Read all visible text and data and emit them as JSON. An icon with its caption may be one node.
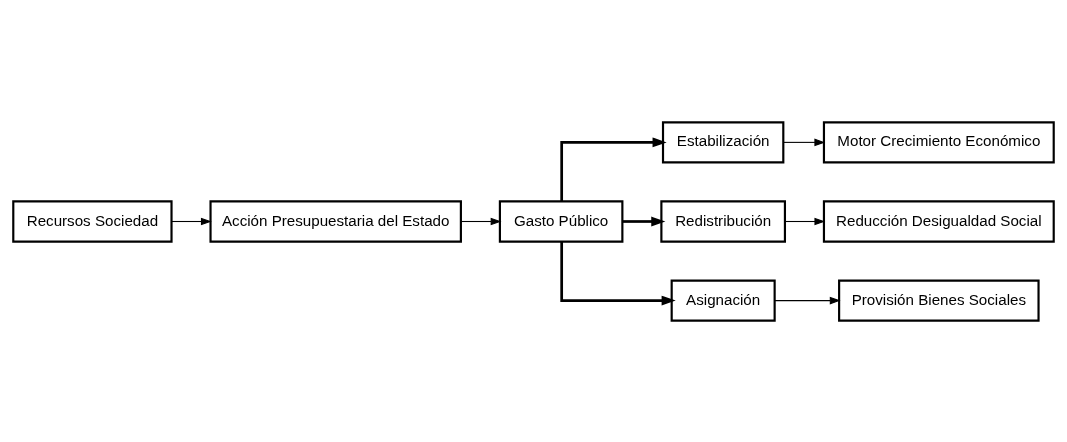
{
  "diagram": {
    "nodes": [
      {
        "text": [
          "Recursos Sociedad"
        ]
      },
      {
        "text": [
          "Acción Presupuestaria del Estado"
        ]
      },
      {
        "text": [
          "Gasto Público"
        ]
      },
      {
        "text": [
          "Estabilización"
        ]
      },
      {
        "text": [
          "Redistribución"
        ]
      },
      {
        "text": [
          "Asignación"
        ]
      },
      {
        "text": [
          "Motor Crecimiento Económico"
        ]
      },
      {
        "text": [
          "Reducción Desigualdad Social"
        ]
      },
      {
        "text": [
          "Provisión Bienes Sociales"
        ]
      }
    ],
    "edges": [
      {
        "from": 0,
        "to": 1,
        "arrow": "to"
      },
      {
        "from": 1,
        "to": 2,
        "arrow": "to"
      },
      {
        "from": 2,
        "to": 3,
        "arrow": "to",
        "style": "thick"
      },
      {
        "from": 2,
        "to": 4,
        "arrow": "to",
        "style": "thick"
      },
      {
        "from": 2,
        "to": 5,
        "arrow": "to",
        "style": "thick"
      },
      {
        "from": 3,
        "to": 6,
        "arrow": "to"
      },
      {
        "from": 4,
        "to": 7,
        "arrow": "to"
      },
      {
        "from": 5,
        "to": 8,
        "arrow": "to"
      }
    ]
  }
}
